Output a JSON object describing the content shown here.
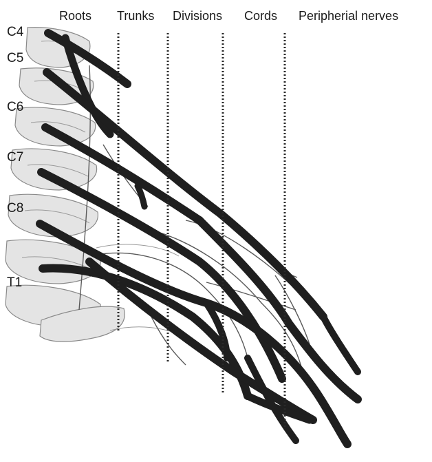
{
  "columns": [
    {
      "label": "Roots"
    },
    {
      "label": "Trunks"
    },
    {
      "label": "Divisions"
    },
    {
      "label": "Cords"
    },
    {
      "label": "Peripherial nerves"
    }
  ],
  "roots": [
    {
      "label": "C4"
    },
    {
      "label": "C5"
    },
    {
      "label": "C6"
    },
    {
      "label": "C7"
    },
    {
      "label": "C8"
    },
    {
      "label": "T1"
    }
  ]
}
